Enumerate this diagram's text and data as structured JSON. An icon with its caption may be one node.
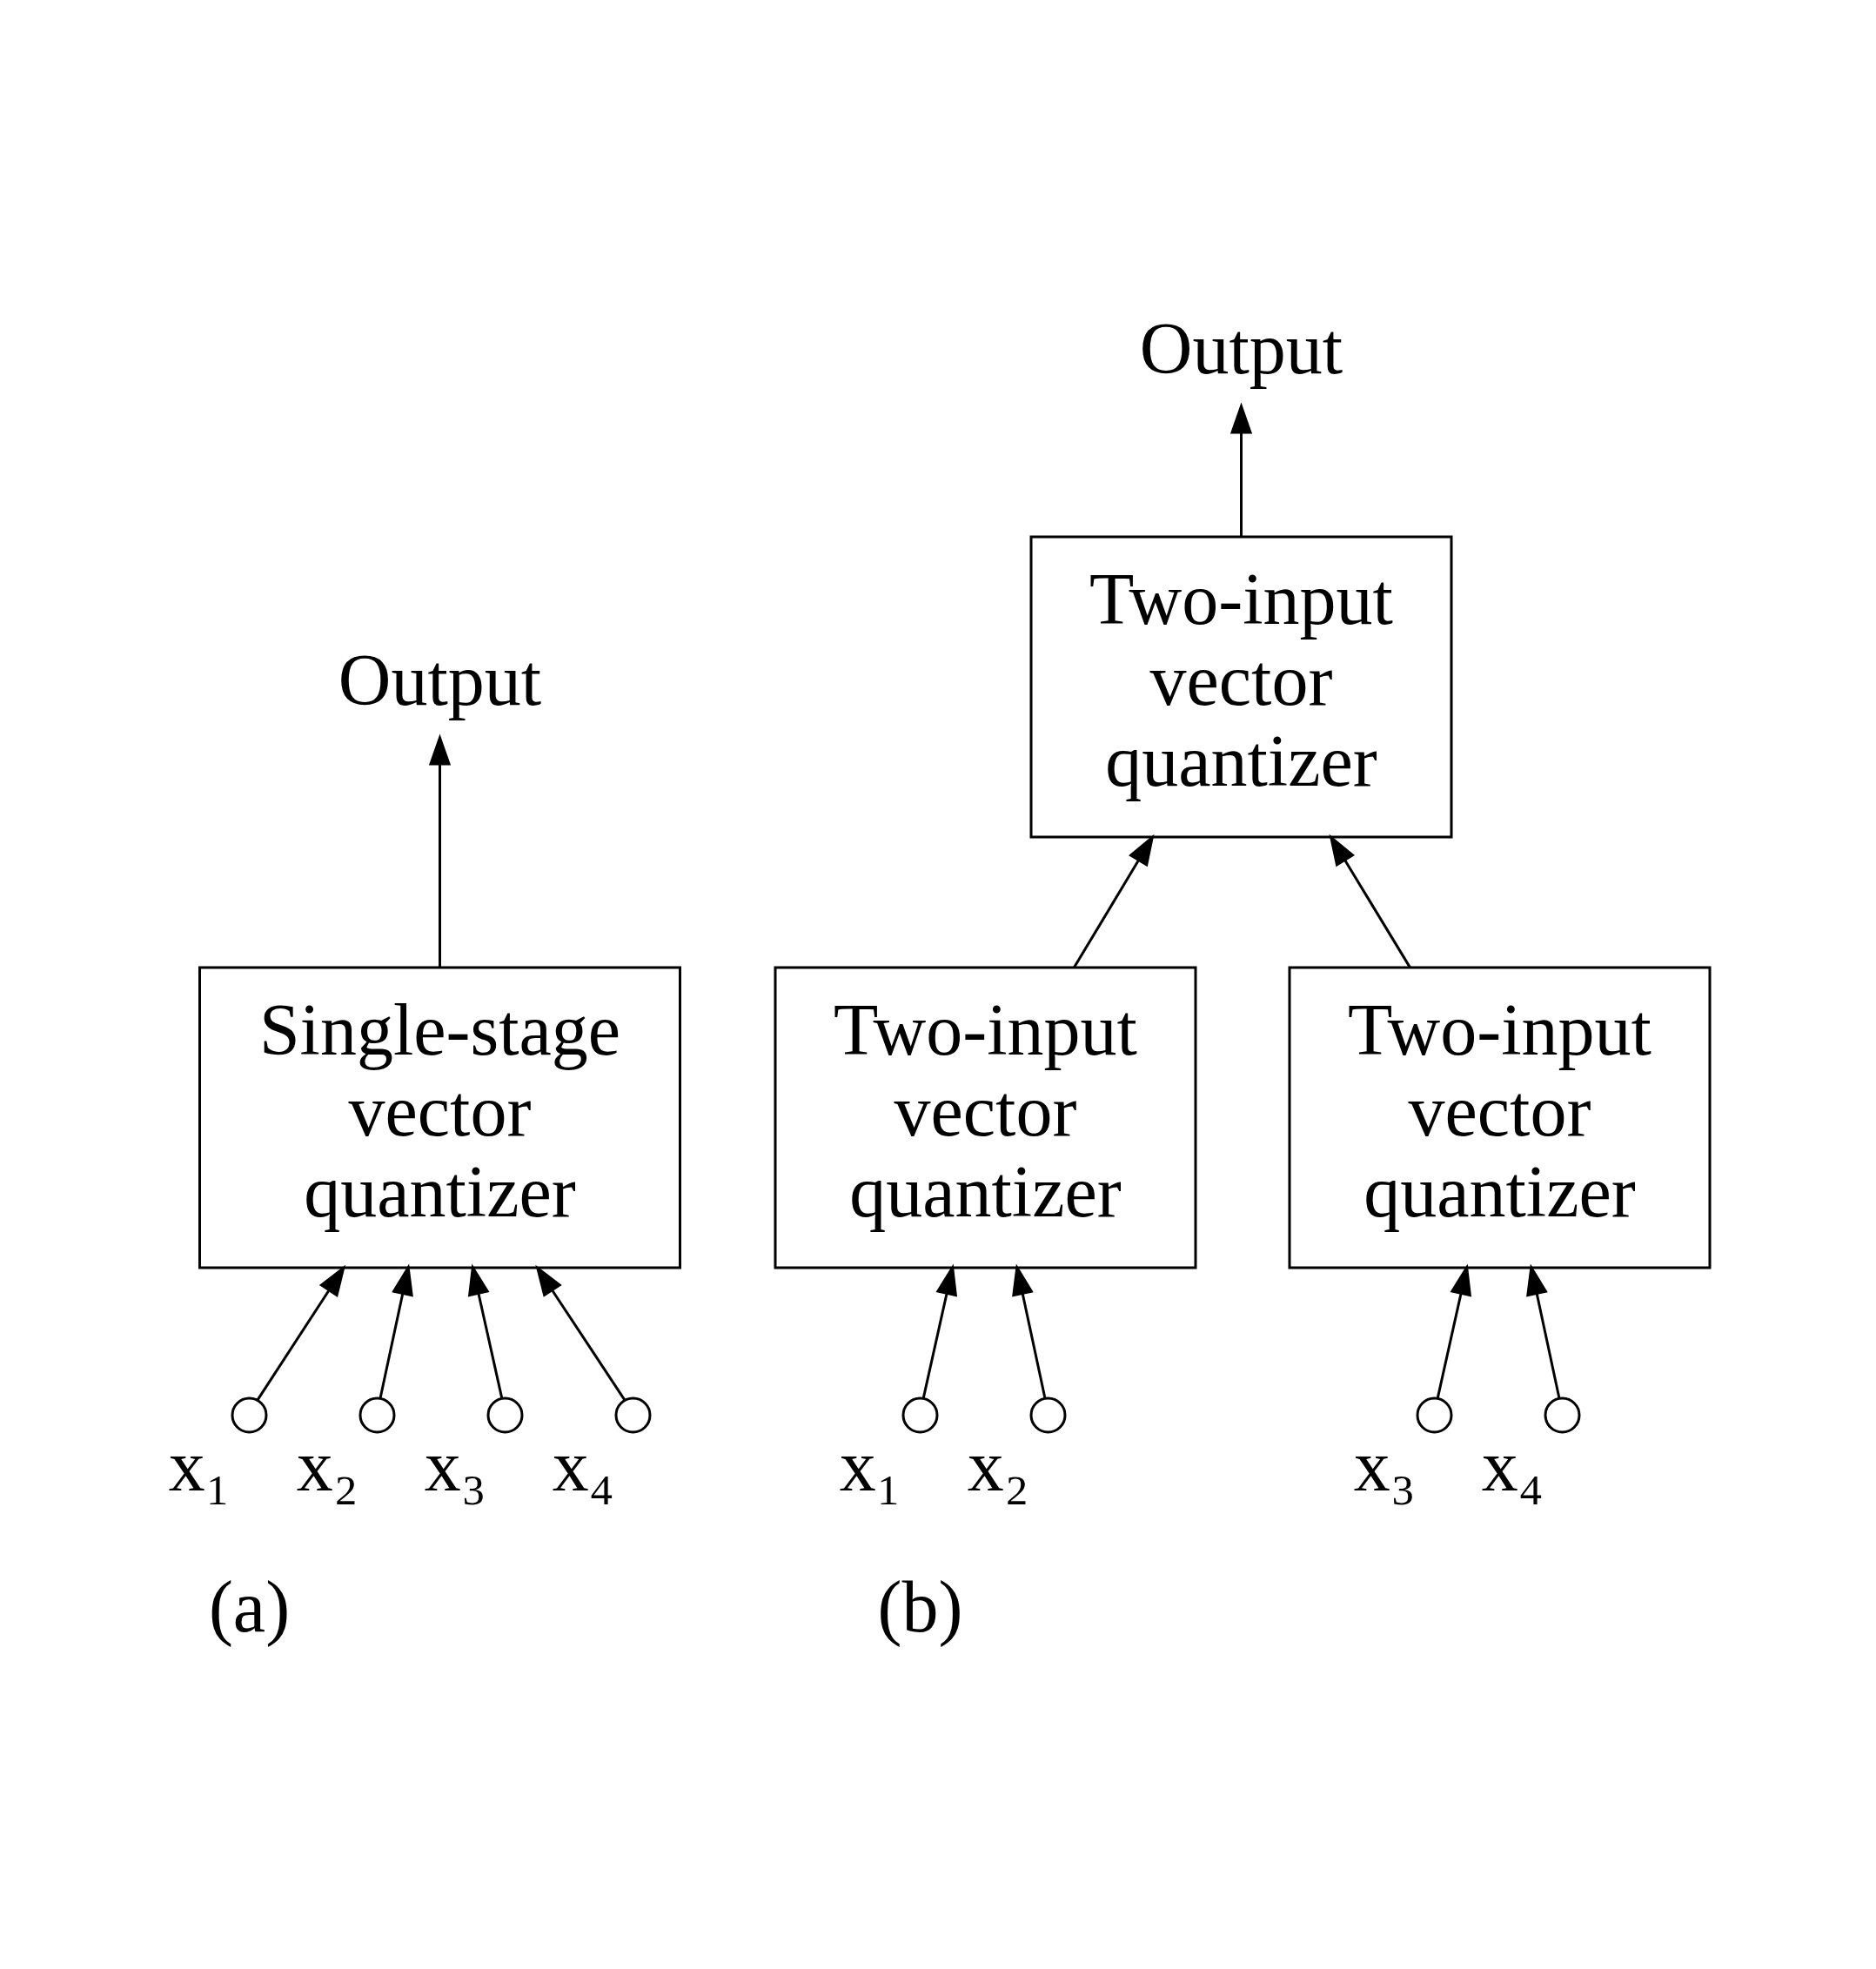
{
  "diagram": {
    "nodes": [
      {
        "text": [
          "Single-stage vector quantizer"
        ]
      },
      {
        "text": [
          "Output"
        ]
      },
      {
        "text": [],
        "shape": "circle",
        "beside": [
          "x₁"
        ]
      },
      {
        "text": [],
        "shape": "circle",
        "beside": [
          "x₂"
        ]
      },
      {
        "text": [],
        "shape": "circle",
        "beside": [
          "x₃"
        ]
      },
      {
        "text": [],
        "shape": "circle",
        "beside": [
          "x₄"
        ]
      },
      {
        "text": [
          "Two-input vector quantizer"
        ]
      },
      {
        "text": [
          "Output"
        ]
      },
      {
        "text": [
          "Two-input vector quantizer"
        ]
      },
      {
        "text": [
          "Two-input vector quantizer"
        ]
      },
      {
        "text": [],
        "shape": "circle",
        "beside": [
          "x₁"
        ]
      },
      {
        "text": [],
        "shape": "circle",
        "beside": [
          "x₂"
        ]
      },
      {
        "text": [],
        "shape": "circle",
        "beside": [
          "x₃"
        ]
      },
      {
        "text": [],
        "shape": "circle",
        "beside": [
          "x₄"
        ]
      }
    ],
    "edges": [
      {
        "from": 2,
        "to": 0,
        "arrow": "to"
      },
      {
        "from": 3,
        "to": 0,
        "arrow": "to"
      },
      {
        "from": 4,
        "to": 0,
        "arrow": "to"
      },
      {
        "from": 5,
        "to": 0,
        "arrow": "to"
      },
      {
        "from": 0,
        "to": 1,
        "arrow": "to"
      },
      {
        "from": 6,
        "to": 7,
        "arrow": "to"
      },
      {
        "from": 8,
        "to": 6,
        "arrow": "to"
      },
      {
        "from": 9,
        "to": 6,
        "arrow": "to"
      },
      {
        "from": 10,
        "to": 8,
        "arrow": "to"
      },
      {
        "from": 11,
        "to": 8,
        "arrow": "to"
      },
      {
        "from": 12,
        "to": 9,
        "arrow": "to"
      },
      {
        "from": 13,
        "to": 9,
        "arrow": "to"
      }
    ],
    "labels": [
      "(a)",
      "(b)"
    ]
  }
}
